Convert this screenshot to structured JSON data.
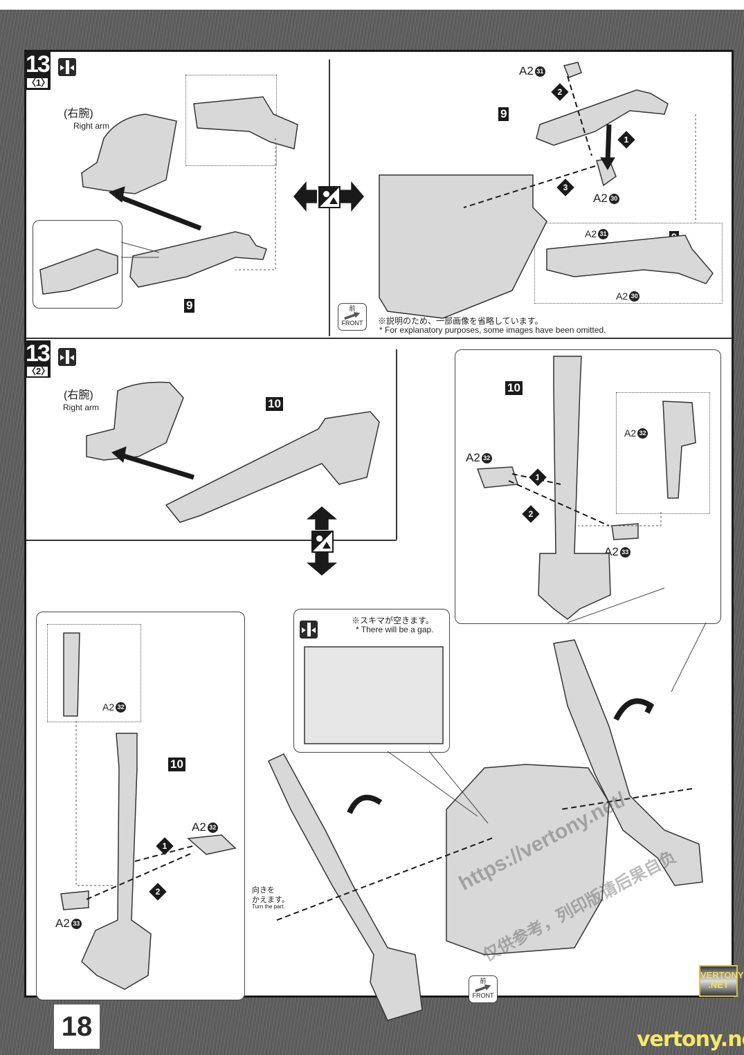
{
  "page": {
    "number": "18",
    "watermark_url": "https://vertony.net/",
    "watermark_note": "仅供参考，列印版请后果自负",
    "logo_text": [
      "VERTONY",
      ".NET"
    ],
    "site_mark": "vertony.net"
  },
  "step_1": {
    "number": "13",
    "sub": "〈1〉",
    "icon": "glue-less-press-fit-icon",
    "right_arm_jp": "(右腕)",
    "right_arm_en": "Right arm",
    "part_9_a": "9",
    "part_9_b": "9",
    "part_9_c": "9",
    "flip_icon": "alternate-option-icon",
    "parts": [
      {
        "id": "A2",
        "num": "31"
      },
      {
        "id": "A2",
        "num": "30"
      },
      {
        "id": "A2",
        "num": "31"
      },
      {
        "id": "A2",
        "num": "30"
      }
    ],
    "order": [
      "1",
      "2",
      "3"
    ],
    "front_jp": "前",
    "front_en": "FRONT",
    "note_jp": "※説明のため、一部画像を省略しています。",
    "note_en": "* For explanatory purposes, some images have been omitted."
  },
  "step_2": {
    "number": "13",
    "sub": "〈2〉",
    "icon": "glue-less-press-fit-icon",
    "right_arm_jp": "(右腕)",
    "right_arm_en": "Right arm",
    "part_10_a": "10",
    "part_10_b": "10",
    "part_10_c": "10",
    "flip_icon": "alternate-option-icon",
    "parts_right": [
      {
        "id": "A2",
        "num": "32"
      },
      {
        "id": "A2",
        "num": "32"
      },
      {
        "id": "A2",
        "num": "33"
      }
    ],
    "parts_left": [
      {
        "id": "A2",
        "num": "32"
      },
      {
        "id": "A2",
        "num": "32"
      },
      {
        "id": "A2",
        "num": "33"
      }
    ],
    "order": [
      "1",
      "2"
    ],
    "gap_note_jp": "※スキマが空きます。",
    "gap_note_en": "* There will be a gap.",
    "turn_jp_1": "向きを",
    "turn_jp_2": "かえます。",
    "turn_en": "Turn the part.",
    "front_jp": "前",
    "front_en": "FRONT"
  }
}
